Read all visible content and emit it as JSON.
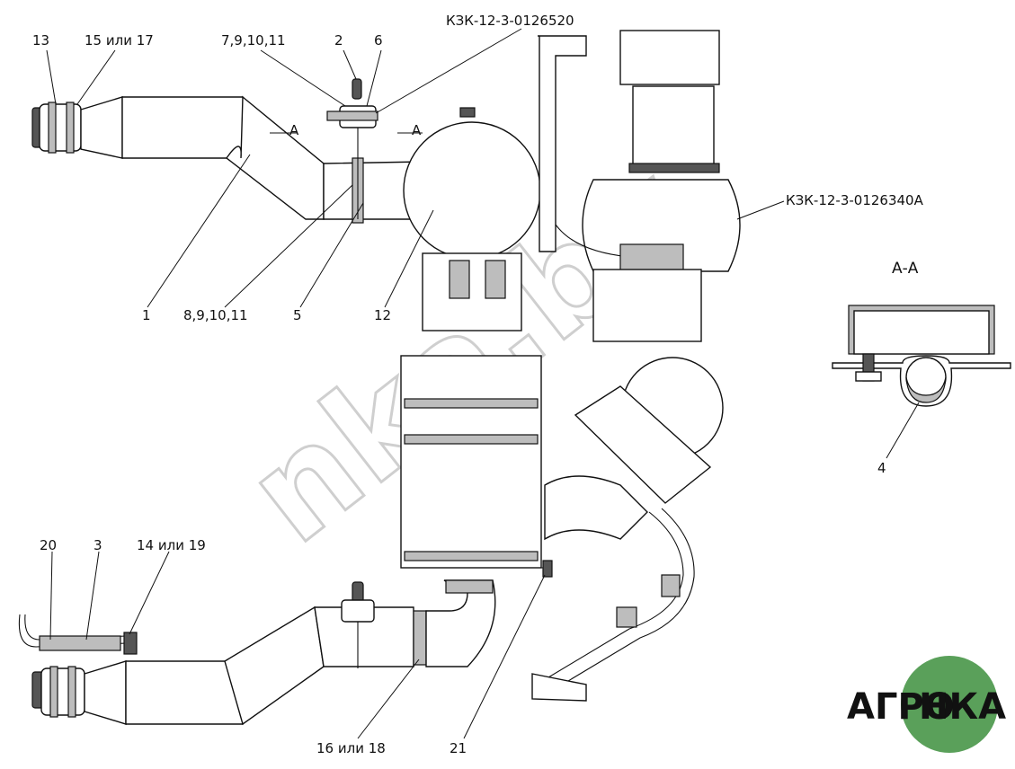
{
  "labels": {
    "part_13": "13",
    "part_15_17": "15 или 17",
    "part_7_9_10_11": "7,9,10,11",
    "part_2": "2",
    "part_6": "6",
    "ref_top": "КЗК-12-3-0126520",
    "ref_right": "КЗК-12-3-0126340А",
    "section_a_left": "А",
    "section_a_right": "А",
    "section_title": "А-А",
    "part_1": "1",
    "part_8_9_10_11": "8,9,10,11",
    "part_5": "5",
    "part_12": "12",
    "part_4": "4",
    "part_20": "20",
    "part_3": "3",
    "part_14_19": "14 или 19",
    "part_16_18": "16 или 18",
    "part_21": "21"
  },
  "watermark": "nka.by",
  "logo": {
    "left": "АГРО",
    "right": "НКА",
    "color": "#5aa05a"
  }
}
